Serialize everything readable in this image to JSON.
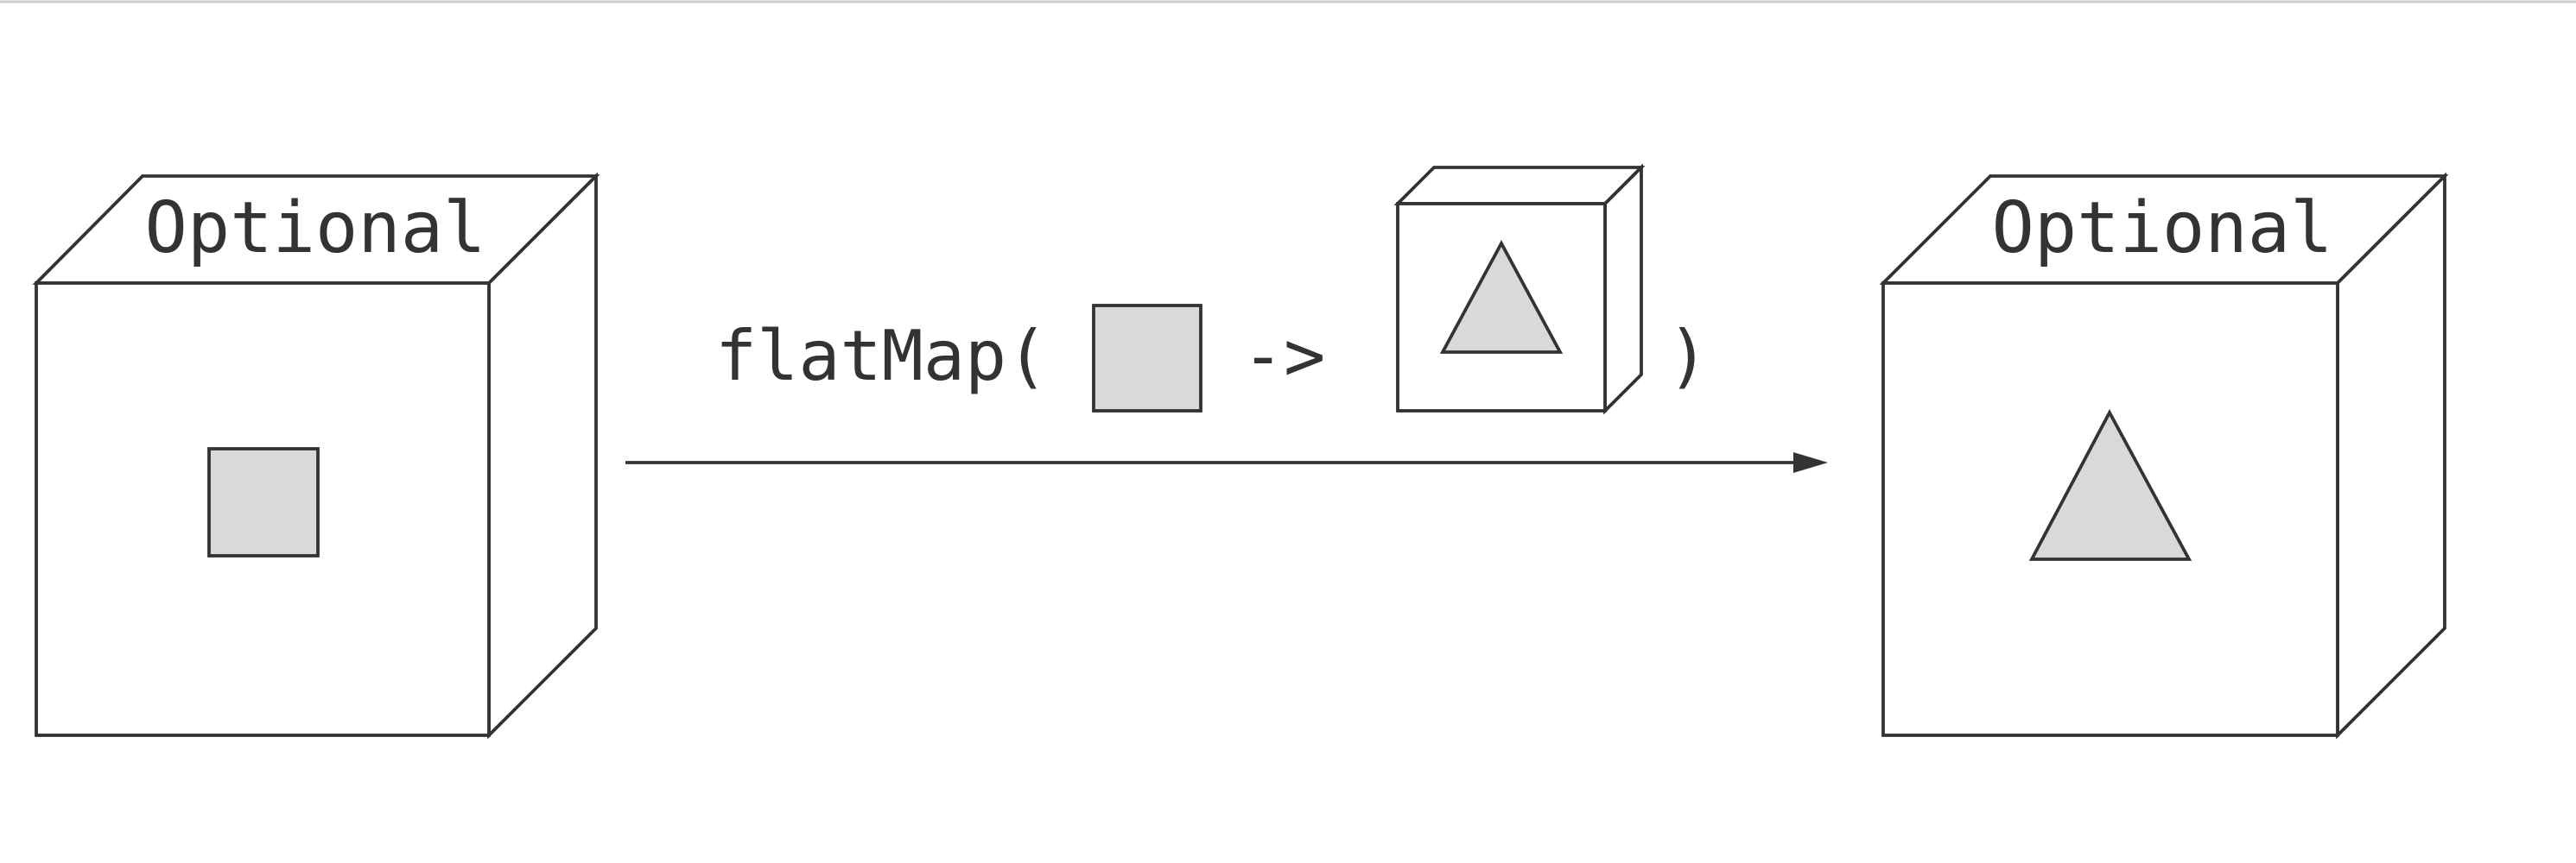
{
  "diagram": {
    "left_box": {
      "label": "Optional"
    },
    "right_box": {
      "label": "Optional"
    },
    "function": {
      "call_open": "flatMap(",
      "arrow_text": "->",
      "call_close": ")"
    },
    "colors": {
      "stroke": "#333333",
      "shape_fill": "#d9d9d9",
      "background": "#ffffff"
    }
  }
}
